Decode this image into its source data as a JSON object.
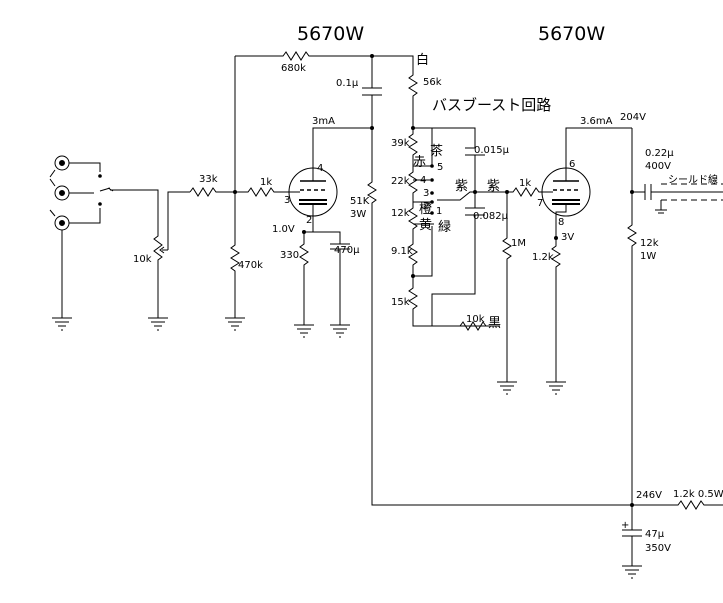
{
  "tubes": {
    "left_title": "5670W",
    "right_title": "5670W",
    "v1_pins": {
      "plate": "4",
      "grid": "3",
      "cathode": "2"
    },
    "v2_pins": {
      "plate": "6",
      "grid": "7",
      "cathode": "8"
    }
  },
  "section_title": "バスブースト回路",
  "resistors": {
    "r680k": "680k",
    "r33k": "33k",
    "r1k_a": "1k",
    "r10k_pot": "10k",
    "r470k": "470k",
    "r330": "330",
    "r51k": "51K",
    "r51k_w": "3W",
    "r56k": "56k",
    "r39k": "39k",
    "r22k": "22k",
    "r12k": "12k",
    "r9_1k": "9.1k",
    "r15k": "15k",
    "r10k": "10k",
    "r1m": "1M",
    "r1k_b": "1k",
    "r1_2k": "1.2k",
    "r12k_load": "12k",
    "r12k_load_w": "1W",
    "r1_2k_pwr": "1.2k 0.5W"
  },
  "capacitors": {
    "c0_1": "0.1μ",
    "c470": "470μ",
    "c0_015": "0.015μ",
    "c0_082": "0.082μ",
    "c0_22": "0.22μ",
    "c0_22_v": "400V",
    "c47": "47μ",
    "c47_v": "350V",
    "c47_plus": "+"
  },
  "voltages": {
    "v1_current": "3mA",
    "v1_cathode": "1.0V",
    "v2_current": "3.6mA",
    "v2_plate": "204V",
    "v2_cathode": "3V",
    "supply": "246V"
  },
  "switch": {
    "pins": [
      "5",
      "4",
      "3",
      "2",
      "1"
    ],
    "wire_colors": {
      "white": "白",
      "brown": "茶",
      "red": "赤",
      "orange": "橙",
      "yellow": "黄",
      "green": "緑",
      "purple1": "紫",
      "purple2": "紫",
      "black": "黒"
    }
  },
  "shield_label": "シールド線"
}
